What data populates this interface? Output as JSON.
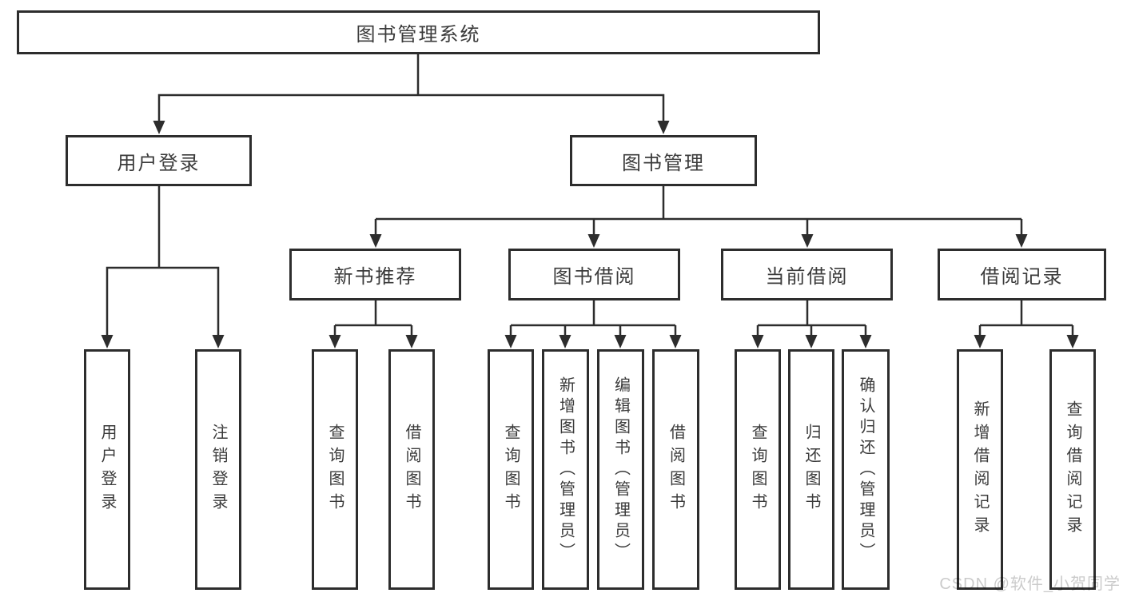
{
  "colors": {
    "line": "#2d2d2d",
    "box_border": "#2d2d2d",
    "text": "#3b3b3b",
    "background": "#ffffff",
    "watermark": "#cbcbcb"
  },
  "watermark": {
    "label": "CSDN @软件_小贺同学"
  },
  "diagram": {
    "root": {
      "label": "图书管理系统"
    },
    "branches": [
      {
        "label": "用户登录",
        "leaves": [
          {
            "label": "用户登录"
          },
          {
            "label": "注销登录"
          }
        ]
      },
      {
        "label": "图书管理",
        "groups": [
          {
            "label": "新书推荐",
            "leaves": [
              {
                "label": "查询图书"
              },
              {
                "label": "借阅图书"
              }
            ]
          },
          {
            "label": "图书借阅",
            "leaves": [
              {
                "label": "查询图书"
              },
              {
                "label": "新增图书（管理员）"
              },
              {
                "label": "编辑图书（管理员）"
              },
              {
                "label": "借阅图书"
              }
            ]
          },
          {
            "label": "当前借阅",
            "leaves": [
              {
                "label": "查询图书"
              },
              {
                "label": "归还图书"
              },
              {
                "label": "确认归还（管理员）"
              }
            ]
          },
          {
            "label": "借阅记录",
            "leaves": [
              {
                "label": "新增借阅记录"
              },
              {
                "label": "查询借阅记录"
              }
            ]
          }
        ]
      }
    ]
  }
}
